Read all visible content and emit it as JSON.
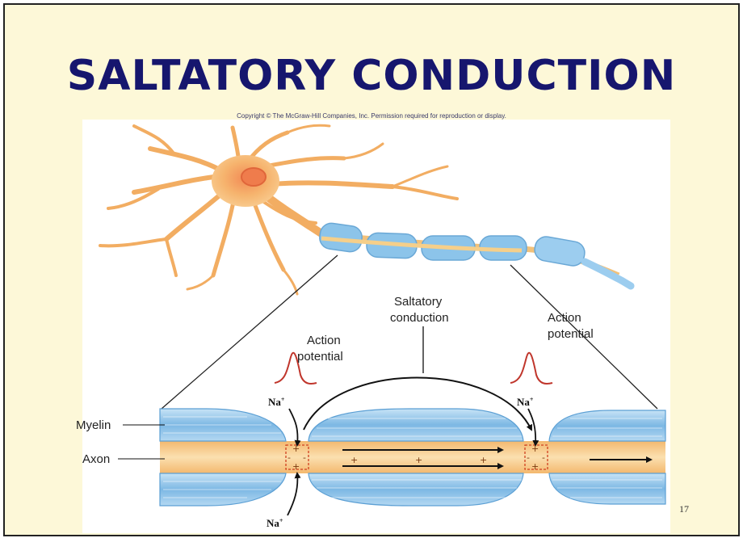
{
  "slide": {
    "title": "SALTATORY CONDUCTION",
    "copyright": "Copyright © The McGraw-Hill Companies, Inc. Permission required for reproduction or display.",
    "page_number": "17"
  },
  "labels": {
    "myelin": "Myelin",
    "axon": "Axon",
    "saltatory_line1": "Saltatory",
    "saltatory_line2": "conduction",
    "action_left_line1": "Action",
    "action_left_line2": "potential",
    "action_right_line1": "Action",
    "action_right_line2": "potential",
    "na_top_left": "Na",
    "na_top_right": "Na",
    "na_bottom": "Na",
    "na_superscript": "+",
    "plus_sign": "+",
    "minus_sign": "-"
  },
  "colors": {
    "title": "#16166e",
    "myelin": "#8fc3e8",
    "axon": "#f5c98a",
    "neuron": "#f6b76d",
    "action_potential": "#c0362c",
    "arrows": "#111111",
    "node_border": "#d04020"
  }
}
